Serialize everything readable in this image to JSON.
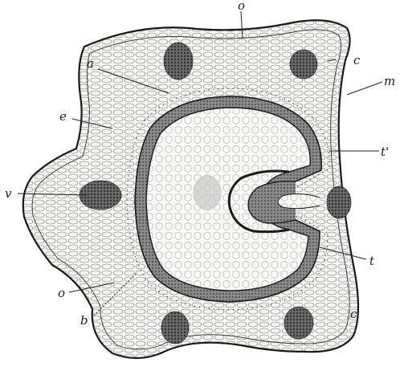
{
  "figure": {
    "labels": {
      "o_top": "o",
      "a": "a",
      "c_top": "c",
      "m": "m",
      "e": "e",
      "t_prime": "t'",
      "v": "v",
      "t": "t",
      "o_left": "o",
      "c_bottom": "c",
      "b": "b"
    },
    "colors": {
      "ink": "#1a1a1a",
      "paper": "#ffffff",
      "outer_tissue": "#f2f2ee",
      "inner_tissue": "#fafaf8",
      "bundle": "#555555",
      "ring": "#6e6e6e"
    }
  }
}
